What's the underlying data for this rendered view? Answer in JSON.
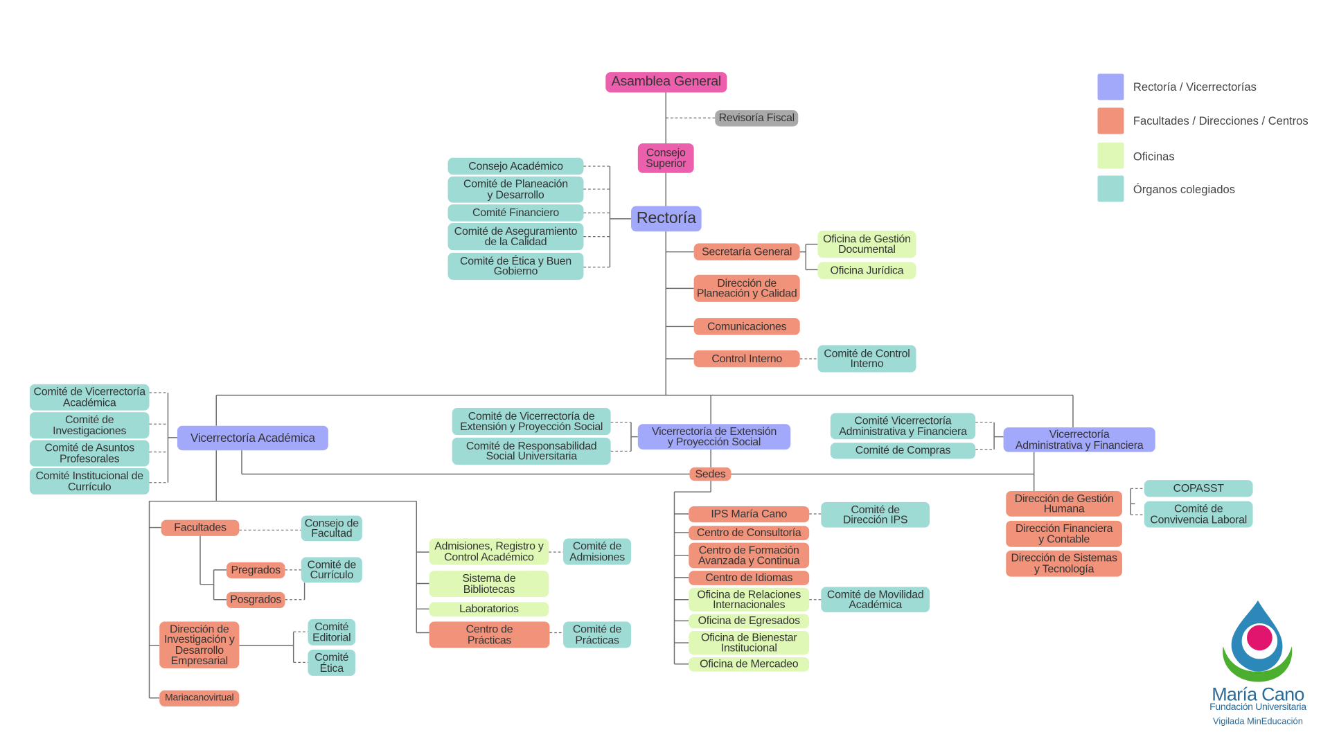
{
  "org": {
    "asamblea": "Asamblea General",
    "revisoria": "Revisoría Fiscal",
    "consejo_superior": "Consejo\nSuperior",
    "rectoria": "Rectoría",
    "rectoria_comites": [
      "Consejo Académico",
      "Comité de Planeación\ny Desarrollo",
      "Comité Financiero",
      "Comité de Aseguramiento\nde la Calidad",
      "Comité de Ética y Buen\nGobierno"
    ],
    "secretaria_general": "Secretaría General",
    "oficina_gestion_documental": "Oficina de Gestión\nDocumental",
    "oficina_juridica": "Oficina Jurídica",
    "direccion_planeacion": "Dirección de\nPlaneación y Calidad",
    "comunicaciones": "Comunicaciones",
    "control_interno": "Control Interno",
    "comite_control_interno": "Comité de Control\nInterno",
    "vicerrectoria_academica": {
      "title": "Vicerrectoría Académica",
      "comites": [
        "Comité de Vicerrectoría\nAcadémica",
        "Comité de\nInvestigaciones",
        "Comité de Asuntos\nProfesorales",
        "Comité Institucional de\nCurrículo"
      ],
      "facultades": "Facultades",
      "consejo_facultad": "Consejo de\nFacultad",
      "pregrados": "Pregrados",
      "posgrados": "Posgrados",
      "comite_curriculo": "Comité de\nCurrículo",
      "direccion_investigacion": "Dirección de\nInvestigación y\nDesarrollo\nEmpresarial",
      "comite_editorial": "Comité\nEditorial",
      "comite_etica": "Comité\nÉtica",
      "mariacanovirtual": "Mariacanovirtual",
      "admisiones": "Admisiones, Registro y\nControl Académico",
      "comite_admisiones": "Comité de\nAdmisiones",
      "sistema_bibliotecas": "Sistema de\nBibliotecas",
      "laboratorios": "Laboratorios",
      "centro_practicas": "Centro de\nPrácticas",
      "comite_practicas": "Comité de\nPrácticas"
    },
    "vicerrectoria_extension": {
      "title": "Vicerrectoría de Extensión\ny Proyección Social",
      "comites": [
        "Comité de Vicerrectoría de\nExtensión y Proyección Social",
        "Comité de Responsabilidad\nSocial Universitaria"
      ],
      "sedes": "Sedes",
      "unidades": [
        "IPS María Cano",
        "Centro de Consultoría",
        "Centro de Formación\nAvanzada y Continua",
        "Centro de Idiomas",
        "Oficina de Relaciones\nInternacionales",
        "Oficina de Egresados",
        "Oficina de Bienestar\nInstitucional",
        "Oficina de Mercadeo"
      ],
      "comite_direccion_ips": "Comité de\nDirección IPS",
      "comite_movilidad": "Comité de Movilidad\nAcadémica"
    },
    "vicerrectoria_administrativa": {
      "title": "Vicerrectoría\nAdministrativa y Financiera",
      "comites": [
        "Comité Vicerrectoría\nAdministrativa y Financiera",
        "Comité de Compras"
      ],
      "direcciones": [
        "Dirección de Gestión\nHumana",
        "Dirección Financiera\ny Contable",
        "Dirección de Sistemas\ny Tecnología"
      ],
      "copasst": "COPASST",
      "comite_convivencia": "Comité de\nConvivencia Laboral"
    }
  },
  "legend": [
    {
      "label": "Rectoría / Vicerrectorías",
      "color": "#a3a9fa"
    },
    {
      "label": "Facultades / Direcciones / Centros",
      "color": "#f1927a"
    },
    {
      "label": "Oficinas",
      "color": "#dff8b6"
    },
    {
      "label": "Órganos colegiados",
      "color": "#9fdbd5"
    }
  ],
  "logo": {
    "name": "María Cano",
    "subtitle": "Fundación Universitaria",
    "tagline": "Vigilada MinEducación"
  },
  "colors": {
    "rectoria_vicerrectorias": "#a3a9fa",
    "facultades_direcciones_centros": "#f1927a",
    "oficinas": "#dff8b6",
    "organos_colegiados": "#9fdbd5",
    "asamblea_consejo": "#ec5fac",
    "revisoria": "#a9a9a9"
  }
}
